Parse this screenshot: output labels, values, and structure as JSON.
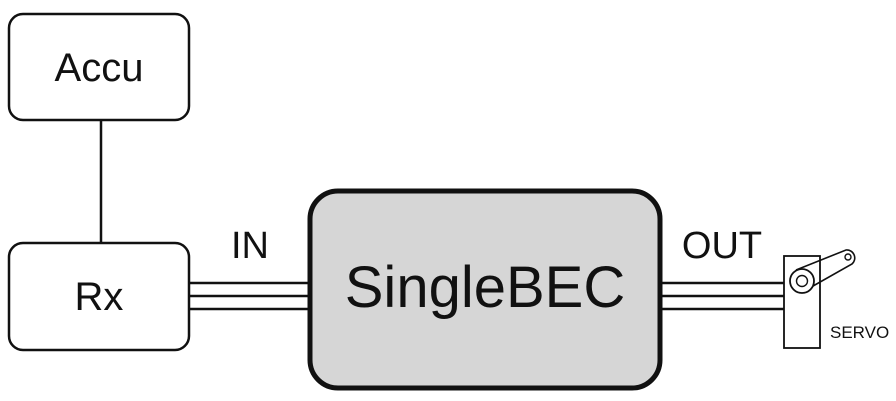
{
  "nodes": {
    "accu": {
      "label": "Accu"
    },
    "rx": {
      "label": "Rx"
    },
    "main": {
      "label": "SingleBEC"
    },
    "servo": {
      "label": "SERVO"
    }
  },
  "edges": {
    "in_label": "IN",
    "out_label": "OUT"
  },
  "colors": {
    "stroke": "#111111",
    "main_fill": "#d6d6d6",
    "box_fill": "#ffffff"
  }
}
